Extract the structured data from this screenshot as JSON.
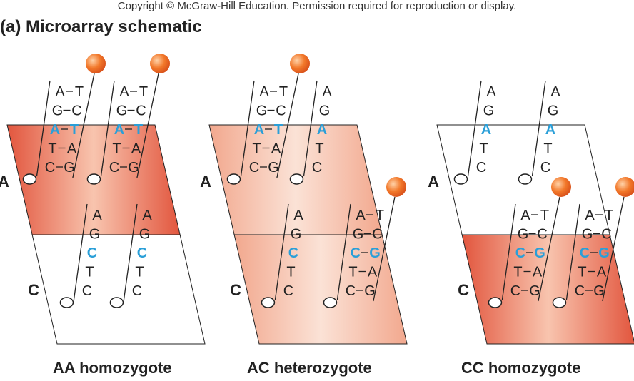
{
  "header": {
    "copyright": "Copyright © McGraw-Hill Education. Permission required for reproduction or display.",
    "title": "(a) Microarray schematic"
  },
  "rows": {
    "a": "A",
    "c": "C"
  },
  "captions": {
    "aa": "AA homozygote",
    "ac": "AC heterozygote",
    "cc": "CC homozygote"
  },
  "probe_a": [
    "A",
    "G",
    "A",
    "T",
    "C"
  ],
  "target_a": [
    "T",
    "C",
    "T",
    "A",
    "G"
  ],
  "probe_c": [
    "A",
    "G",
    "C",
    "T",
    "C"
  ],
  "target_c": [
    "T",
    "C",
    "G",
    "A",
    "G"
  ],
  "colors": {
    "spot_dark": "#e2563e",
    "spot_light": "#f5c0a8",
    "highlight": "#2a9fd8",
    "bead": "#f07a2e",
    "line": "#222222"
  }
}
